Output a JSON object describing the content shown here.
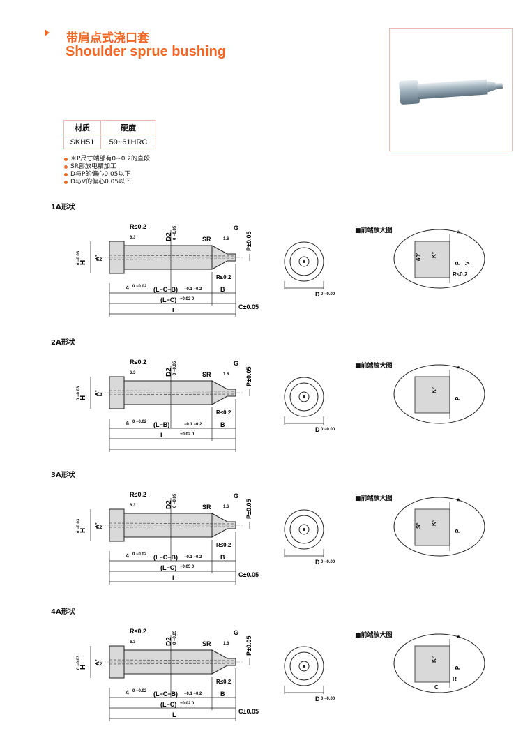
{
  "header": {
    "title_cn": "带肩点式浇口套",
    "title_en": "Shoulder sprue bushing"
  },
  "spec_table": {
    "headers": [
      "材质",
      "硬度"
    ],
    "row": [
      "SKH51",
      "59~61HRC"
    ]
  },
  "notes": [
    "＊P尺寸端部有0~0.2的直段",
    "SR部放电精加工",
    "D与P的偏心0.05以下",
    "D与V的偏心0.05以下"
  ],
  "shapes": [
    {
      "name": "1A形状",
      "detail_label": "■前端放大图",
      "dims": {
        "r_top": "R≤0.2",
        "d2": "D2",
        "d2_tol": "0 −0.05",
        "sr": "SR",
        "g": "G",
        "p": "P±0.05",
        "h": "H",
        "h_tol": "0 −0.03",
        "a": "A°",
        "rough1": "6.3",
        "rough2": "0.2",
        "rough3": "1.6",
        "r_tip": "R≤0.2",
        "four": "4",
        "four_tol": "0 −0.02",
        "lcb": "(L−C−B)",
        "lcb_tol": "−0.1 −0.2",
        "lc": "(L−C)",
        "lc_tol": "+0.02 0",
        "b": "B",
        "c": "C±0.05",
        "l": "L",
        "d": "D",
        "d_tol": "0 −0.005"
      },
      "detail": {
        "star": "*",
        "sixty": "60°",
        "k": "K°",
        "p": "P",
        "v": "V",
        "r": "R≤0.2"
      }
    },
    {
      "name": "2A形状",
      "detail_label": "■前端放大图",
      "dims": {
        "r_top": "R≤0.2",
        "d2": "D2",
        "d2_tol": "0 −0.05",
        "sr": "SR",
        "g": "G",
        "p": "P±0.05",
        "h": "H",
        "h_tol": "0 −0.03",
        "a": "A°",
        "rough1": "6.3",
        "rough2": "0.2",
        "rough3": "1.6",
        "r_tip": "R≤0.2",
        "four": "4",
        "four_tol": "0 −0.02",
        "lcb": "(L−B)",
        "lcb_tol": "−0.1 −0.2",
        "lc": "L",
        "lc_tol": "+0.02 0",
        "b": "B",
        "c": "",
        "l": "",
        "d": "D",
        "d_tol": "0 −0.005"
      },
      "detail": {
        "star": "*",
        "sixty": "",
        "k": "K°",
        "p": "P",
        "v": "",
        "r": ""
      }
    },
    {
      "name": "3A形状",
      "detail_label": "■前端放大图",
      "dims": {
        "r_top": "R≤0.2",
        "d2": "D2",
        "d2_tol": "0 −0.05",
        "sr": "SR",
        "g": "G",
        "p": "P±0.05",
        "h": "H",
        "h_tol": "0 −0.03",
        "a": "A°",
        "rough1": "6.3",
        "rough2": "0.2",
        "rough3": "1.6",
        "r_tip": "R≤0.2",
        "four": "4",
        "four_tol": "0 −0.02",
        "lcb": "(L−C−B)",
        "lcb_tol": "−0.1 −0.2",
        "lc": "(L−C)",
        "lc_tol": "+0.05 0",
        "b": "B",
        "c": "C±0.05",
        "l": "L",
        "d": "D",
        "d_tol": "0 −0.005"
      },
      "detail": {
        "star": "*",
        "sixty": "S°",
        "k": "K°",
        "p": "P",
        "v": "",
        "r": ""
      }
    },
    {
      "name": "4A形状",
      "detail_label": "■前端放大图",
      "dims": {
        "r_top": "R≤0.2",
        "d2": "D2",
        "d2_tol": "0 −0.05",
        "sr": "SR",
        "g": "G",
        "p": "P±0.05",
        "h": "H",
        "h_tol": "0 −0.03",
        "a": "A°",
        "rough1": "6.3",
        "rough2": "0.2",
        "rough3": "1.6",
        "r_tip": "R≤0.2",
        "four": "4",
        "four_tol": "0 −0.02",
        "lcb": "(L−C−B)",
        "lcb_tol": "−0.1 −0.2",
        "lc": "(L−C)",
        "lc_tol": "+0.02 0",
        "b": "B",
        "c": "C±0.05",
        "l": "L",
        "d": "D",
        "d_tol": "0 −0.005"
      },
      "detail": {
        "star": "*",
        "sixty": "",
        "k": "K°",
        "p": "P",
        "v": "",
        "r": "R",
        "c": "C"
      }
    }
  ],
  "colors": {
    "accent": "#f26522",
    "border": "#f0b9b0",
    "part_fill": "#d9d9d9"
  }
}
